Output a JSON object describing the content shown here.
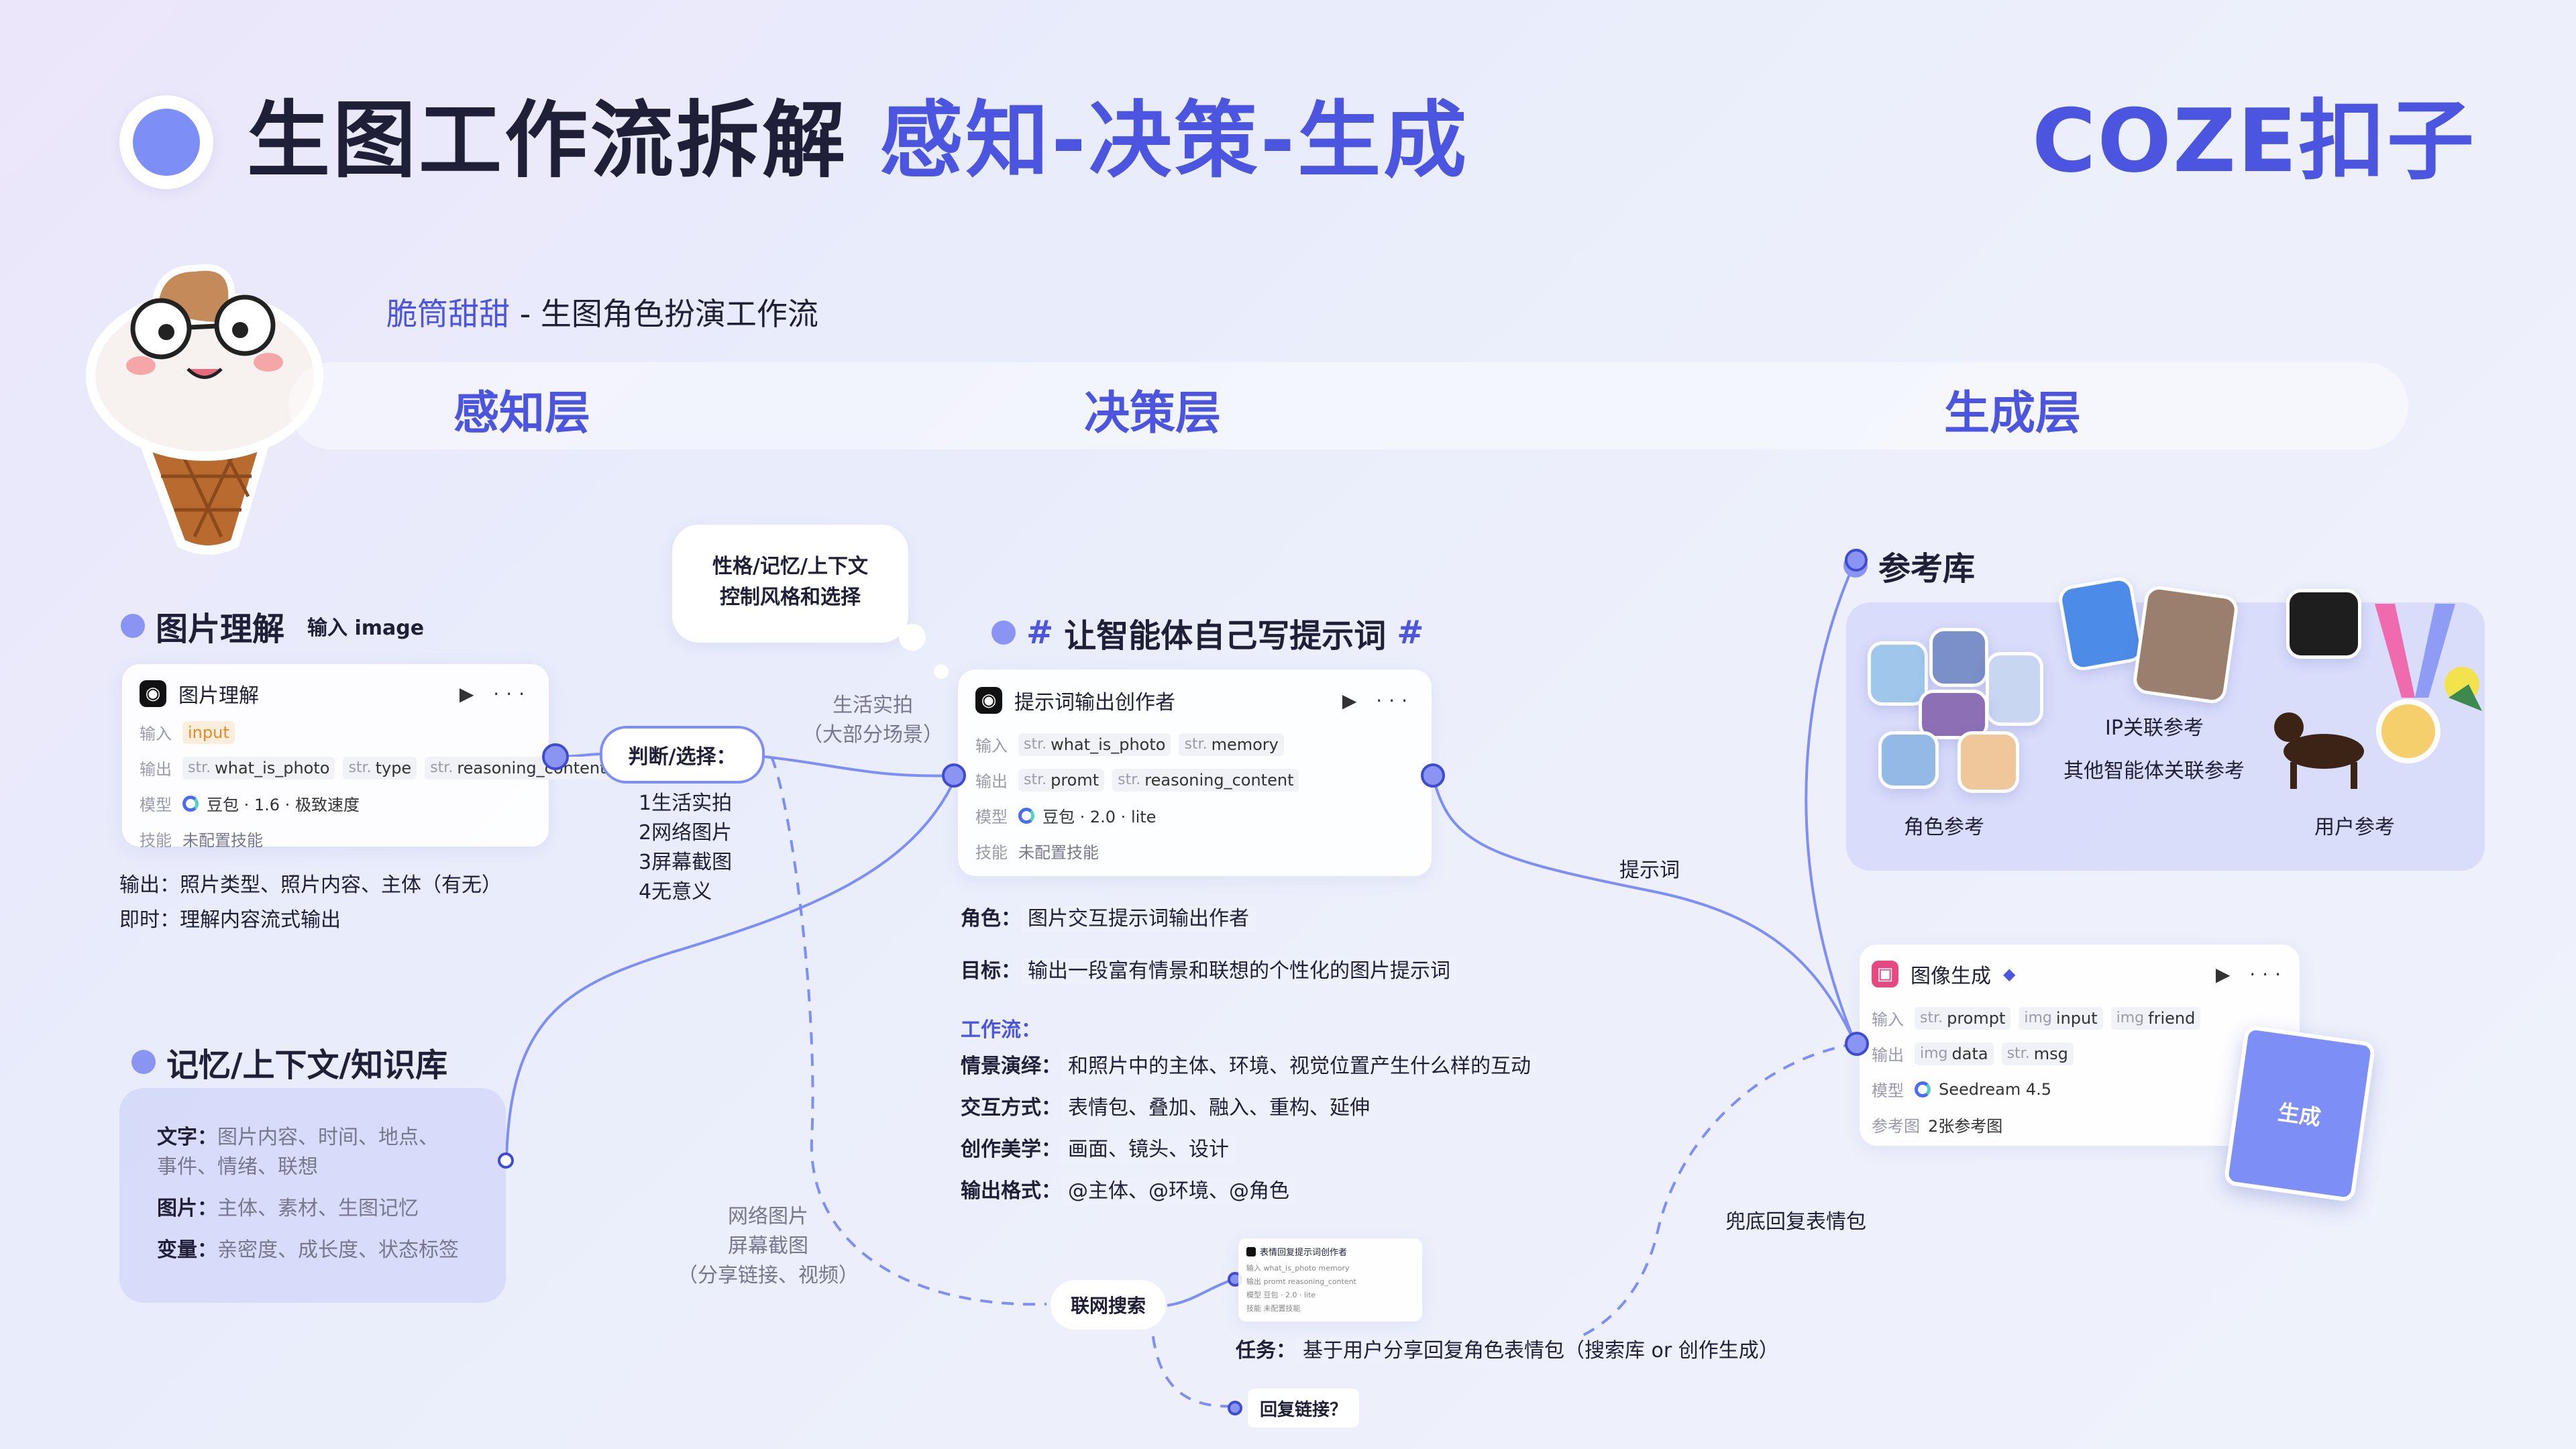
{
  "header": {
    "title_main": "生图工作流拆解",
    "title_accent": "感知-决策-生成",
    "brand": "COZE扣子"
  },
  "subtitle": {
    "name": "脆筒甜甜",
    "rest": " - 生图角色扮演工作流"
  },
  "layers": [
    "感知层",
    "决策层",
    "生成层"
  ],
  "perception": {
    "title": "图片理解",
    "title_note": "输入 image",
    "card": {
      "name": "图片理解",
      "controls": "▶ ···",
      "input_label": "输入",
      "input_chip": "input",
      "output_label": "输出",
      "outputs": [
        {
          "type": "str.",
          "name": "what_is_photo"
        },
        {
          "type": "str.",
          "name": "type"
        },
        {
          "type": "str.",
          "name": "reasoning_content"
        }
      ],
      "model_label": "模型",
      "model": "豆包 · 1.6 · 极致速度",
      "skill_label": "技能",
      "skill": "未配置技能"
    },
    "notes": [
      "输出：照片类型、照片内容、主体（有无）",
      "即时：理解内容流式输出"
    ]
  },
  "judge": {
    "bubble_lines": [
      "性格/记忆/上下文",
      "控制风格和选择"
    ],
    "pill": "判断/选择：",
    "options": [
      "1生活实拍",
      "2网络图片",
      "3屏幕截图",
      "4无意义"
    ],
    "branch_label_lines": [
      "生活实拍",
      "（大部分场景）"
    ],
    "web_label_lines": [
      "网络图片",
      "屏幕截图",
      "（分享链接、视频）"
    ]
  },
  "memory": {
    "title": "记忆/上下文/知识库",
    "rows": [
      {
        "k": "文字：",
        "v": "图片内容、时间、地点、",
        "v2": "事件、情绪、联想"
      },
      {
        "k": "图片：",
        "v": "主体、素材、生图记忆"
      },
      {
        "k": "变量：",
        "v": "亲密度、成长度、状态标签"
      }
    ]
  },
  "decision": {
    "title_hash": "#",
    "title": "让智能体自己写提示词",
    "card": {
      "name": "提示词输出创作者",
      "controls": "▶ ···",
      "input_label": "输入",
      "inputs": [
        {
          "type": "str.",
          "name": "what_is_photo"
        },
        {
          "type": "str.",
          "name": "memory"
        }
      ],
      "output_label": "输出",
      "outputs": [
        {
          "type": "str.",
          "name": "promt"
        },
        {
          "type": "str.",
          "name": "reasoning_content"
        }
      ],
      "model_label": "模型",
      "model": "豆包 · 2.0 · lite",
      "skill_label": "技能",
      "skill": "未配置技能"
    },
    "role_k": "角色：",
    "role_v": "图片交互提示词输出作者",
    "goal_k": "目标：",
    "goal_v": "输出一段富有情景和联想的个性化的图片提示词",
    "workflow_title": "工作流：",
    "workflow": [
      {
        "k": "情景演绎：",
        "v": "和照片中的主体、环境、视觉位置产生什么样的互动"
      },
      {
        "k": "交互方式：",
        "v": "表情包、叠加、融入、重构、延伸"
      },
      {
        "k": "创作美学：",
        "v": "画面、镜头、设计"
      },
      {
        "k": "输出格式：",
        "v": "@主体、@环境、@角色"
      }
    ]
  },
  "search": {
    "pill": "联网搜索",
    "mini_card_name": "表情回复提示词创作者",
    "mini_rows": [
      "输入 what_is_photo  memory",
      "输出 promt  reasoning_content",
      "模型 豆包 · 2.0 · lite",
      "技能 未配置技能"
    ],
    "task_k": "任务：",
    "task_v": "基于用户分享回复角色表情包（搜索库 or 创作生成）",
    "reply_link": "回复链接？"
  },
  "generation": {
    "ref_title": "参考库",
    "role_ref": "角色参考",
    "ip_ref": "IP关联参考",
    "agent_ref": "其他智能体关联参考",
    "user_ref": "用户参考",
    "prompt_label": "提示词",
    "fallback_label": "兜底回复表情包",
    "card": {
      "name": "图像生成",
      "controls": "▶ ···",
      "input_label": "输入",
      "inputs": [
        {
          "type": "str.",
          "name": "prompt"
        },
        {
          "type": "img",
          "name": "input"
        },
        {
          "type": "img",
          "name": "friend"
        }
      ],
      "output_label": "输出",
      "outputs": [
        {
          "type": "img",
          "name": "data"
        },
        {
          "type": "str.",
          "name": "msg"
        }
      ],
      "model_label": "模型",
      "model": "Seedream 4.5",
      "ref_label": "参考图",
      "ref": "2张参考图"
    },
    "gen_button": "生成"
  },
  "colors": {
    "accent": "#4b55e0",
    "node": "#8a95f3",
    "wire": "#7d8ef6"
  }
}
